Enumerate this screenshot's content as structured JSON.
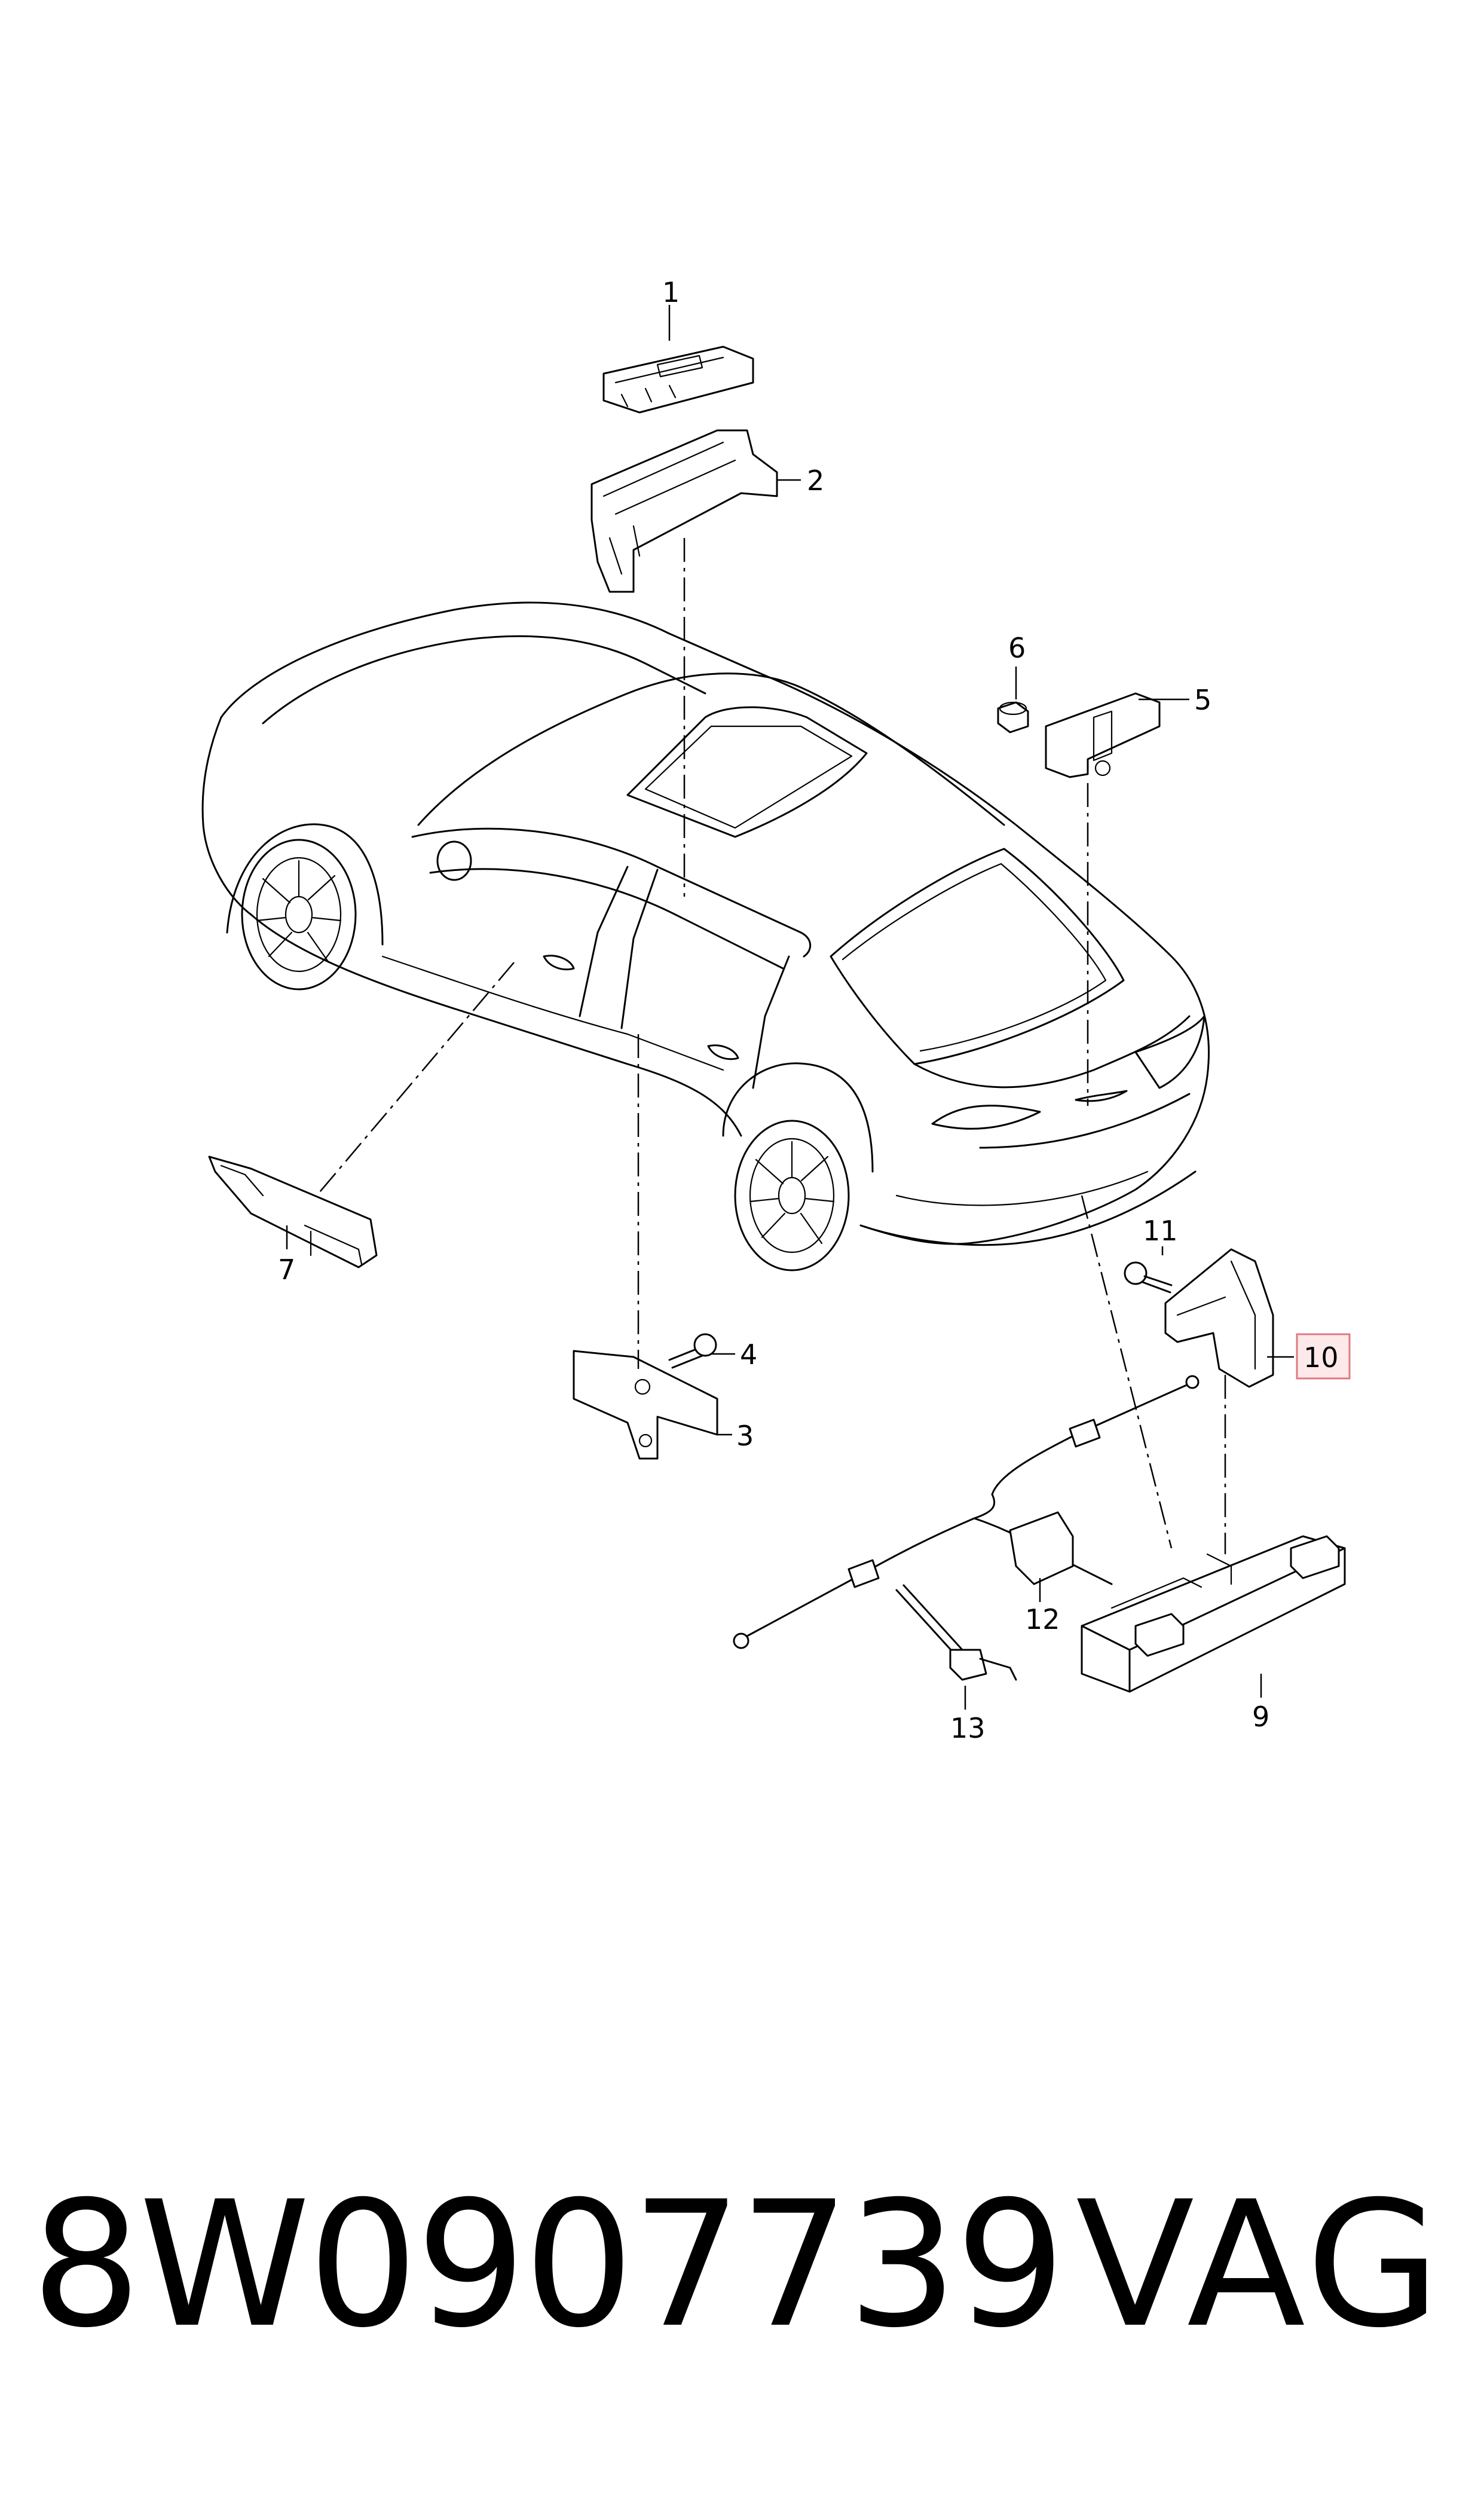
{
  "diagram": {
    "callouts": [
      {
        "id": "1",
        "label": "1"
      },
      {
        "id": "2",
        "label": "2"
      },
      {
        "id": "3",
        "label": "3"
      },
      {
        "id": "4",
        "label": "4"
      },
      {
        "id": "5",
        "label": "5"
      },
      {
        "id": "6",
        "label": "6"
      },
      {
        "id": "7",
        "label": "7"
      },
      {
        "id": "9",
        "label": "9"
      },
      {
        "id": "10",
        "label": "10",
        "highlighted": true
      },
      {
        "id": "11",
        "label": "11"
      },
      {
        "id": "12",
        "label": "12"
      },
      {
        "id": "13",
        "label": "13"
      }
    ],
    "highlight_color": "#e07a80"
  },
  "footer": {
    "part_number": "8W0907739",
    "brand": "VAG"
  }
}
